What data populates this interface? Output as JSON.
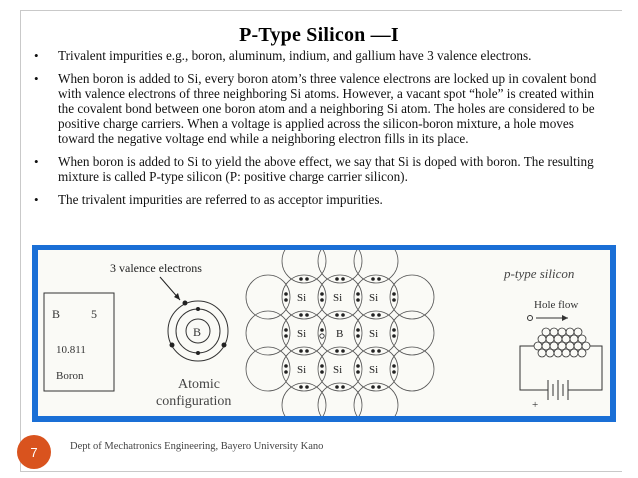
{
  "slide": {
    "title": "P-Type Silicon —I",
    "bullets": [
      "Trivalent impurities e.g., boron, aluminum, indium, and gallium have 3 valence electrons.",
      "When boron is added to Si, every boron atom’s three valence electrons are locked up in covalent bond with valence electrons of three neighboring Si atoms. However, a vacant spot “hole” is created within the covalent bond between one boron atom and a neighboring Si atom. The holes are considered to be positive charge carriers. When a voltage is applied across the silicon-boron mixture, a hole moves toward the negative voltage end while a neighboring electron fills in its place.",
      "When boron is added to Si to yield the above effect, we say that Si is doped with boron. The resulting mixture is called P-type silicon (P: positive charge carrier silicon).",
      "The trivalent impurities are referred to as acceptor impurities."
    ],
    "bullet_symbol": "•"
  },
  "figure": {
    "frame_color": "#1a6fd6",
    "element_card": {
      "symbol": "B",
      "number": "5",
      "mass": "10.811",
      "name": "Boron"
    },
    "valence_label": "3 valence electrons",
    "atom_center": "B",
    "atomic_caption_line1": "Atomic",
    "atomic_caption_line2": "configuration",
    "lattice": [
      [
        "Si",
        "Si",
        "Si"
      ],
      [
        "Si",
        "B",
        "Si"
      ],
      [
        "Si",
        "Si",
        "Si"
      ]
    ],
    "ptype_title": "p-type silicon",
    "hole_flow_label": "Hole flow",
    "plus_sign": "+"
  },
  "footer": {
    "page_number": "7",
    "text": "Dept of Mechatronics Engineering, Bayero University Kano"
  }
}
